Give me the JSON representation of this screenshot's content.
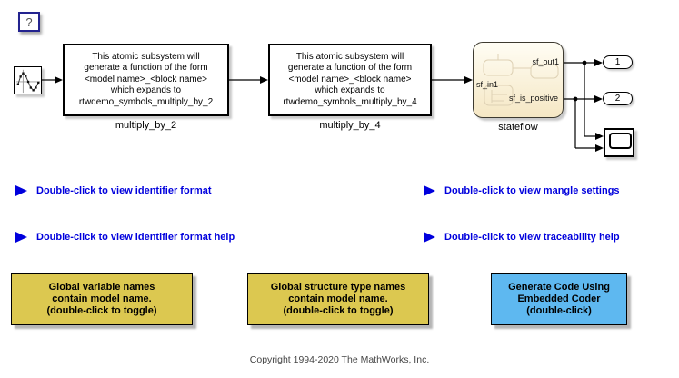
{
  "colors": {
    "link_blue": "#0000dd",
    "button_yellow": "#dcc850",
    "button_blue": "#5eb8f0",
    "stateflow_fill_top": "#fffdf4",
    "stateflow_fill_bottom": "#f5e7c4"
  },
  "help_button": {
    "label": "?"
  },
  "blocks": {
    "source": {
      "icon": "discrete-sine-wave-icon"
    },
    "subsystem1": {
      "body": "This atomic subsystem will\ngenerate a function of the form\n<model name>_<block name>\nwhich expands to\nrtwdemo_symbols_multiply_by_2",
      "label": "multiply_by_2"
    },
    "subsystem2": {
      "body": "This atomic subsystem will\ngenerate a function of the form\n<model name>_<block name>\nwhich expands to\nrtwdemo_symbols_multiply_by_4",
      "label": "multiply_by_4"
    },
    "stateflow": {
      "label": "stateflow",
      "in_port": "sf_in1",
      "out_port1": "sf_out1",
      "out_port2": "sf_is_positive"
    },
    "outport1": {
      "label": "1"
    },
    "outport2": {
      "label": "2"
    },
    "scope": {
      "icon": "scope-display-icon"
    }
  },
  "links": {
    "identifier_format": "Double-click to view identifier format",
    "mangle_settings": "Double-click to view mangle settings",
    "identifier_format_help": "Double-click to view identifier format help",
    "traceability_help": "Double-click to view traceability help"
  },
  "action_buttons": {
    "toggle_variable_names": "Global variable names\ncontain model name.\n(double-click to toggle)",
    "toggle_structure_names": "Global structure type names\ncontain model name.\n(double-click to toggle)",
    "generate_code": "Generate Code Using\nEmbedded Coder\n(double-click)"
  },
  "footer": {
    "copyright": "Copyright 1994-2020 The MathWorks, Inc."
  }
}
